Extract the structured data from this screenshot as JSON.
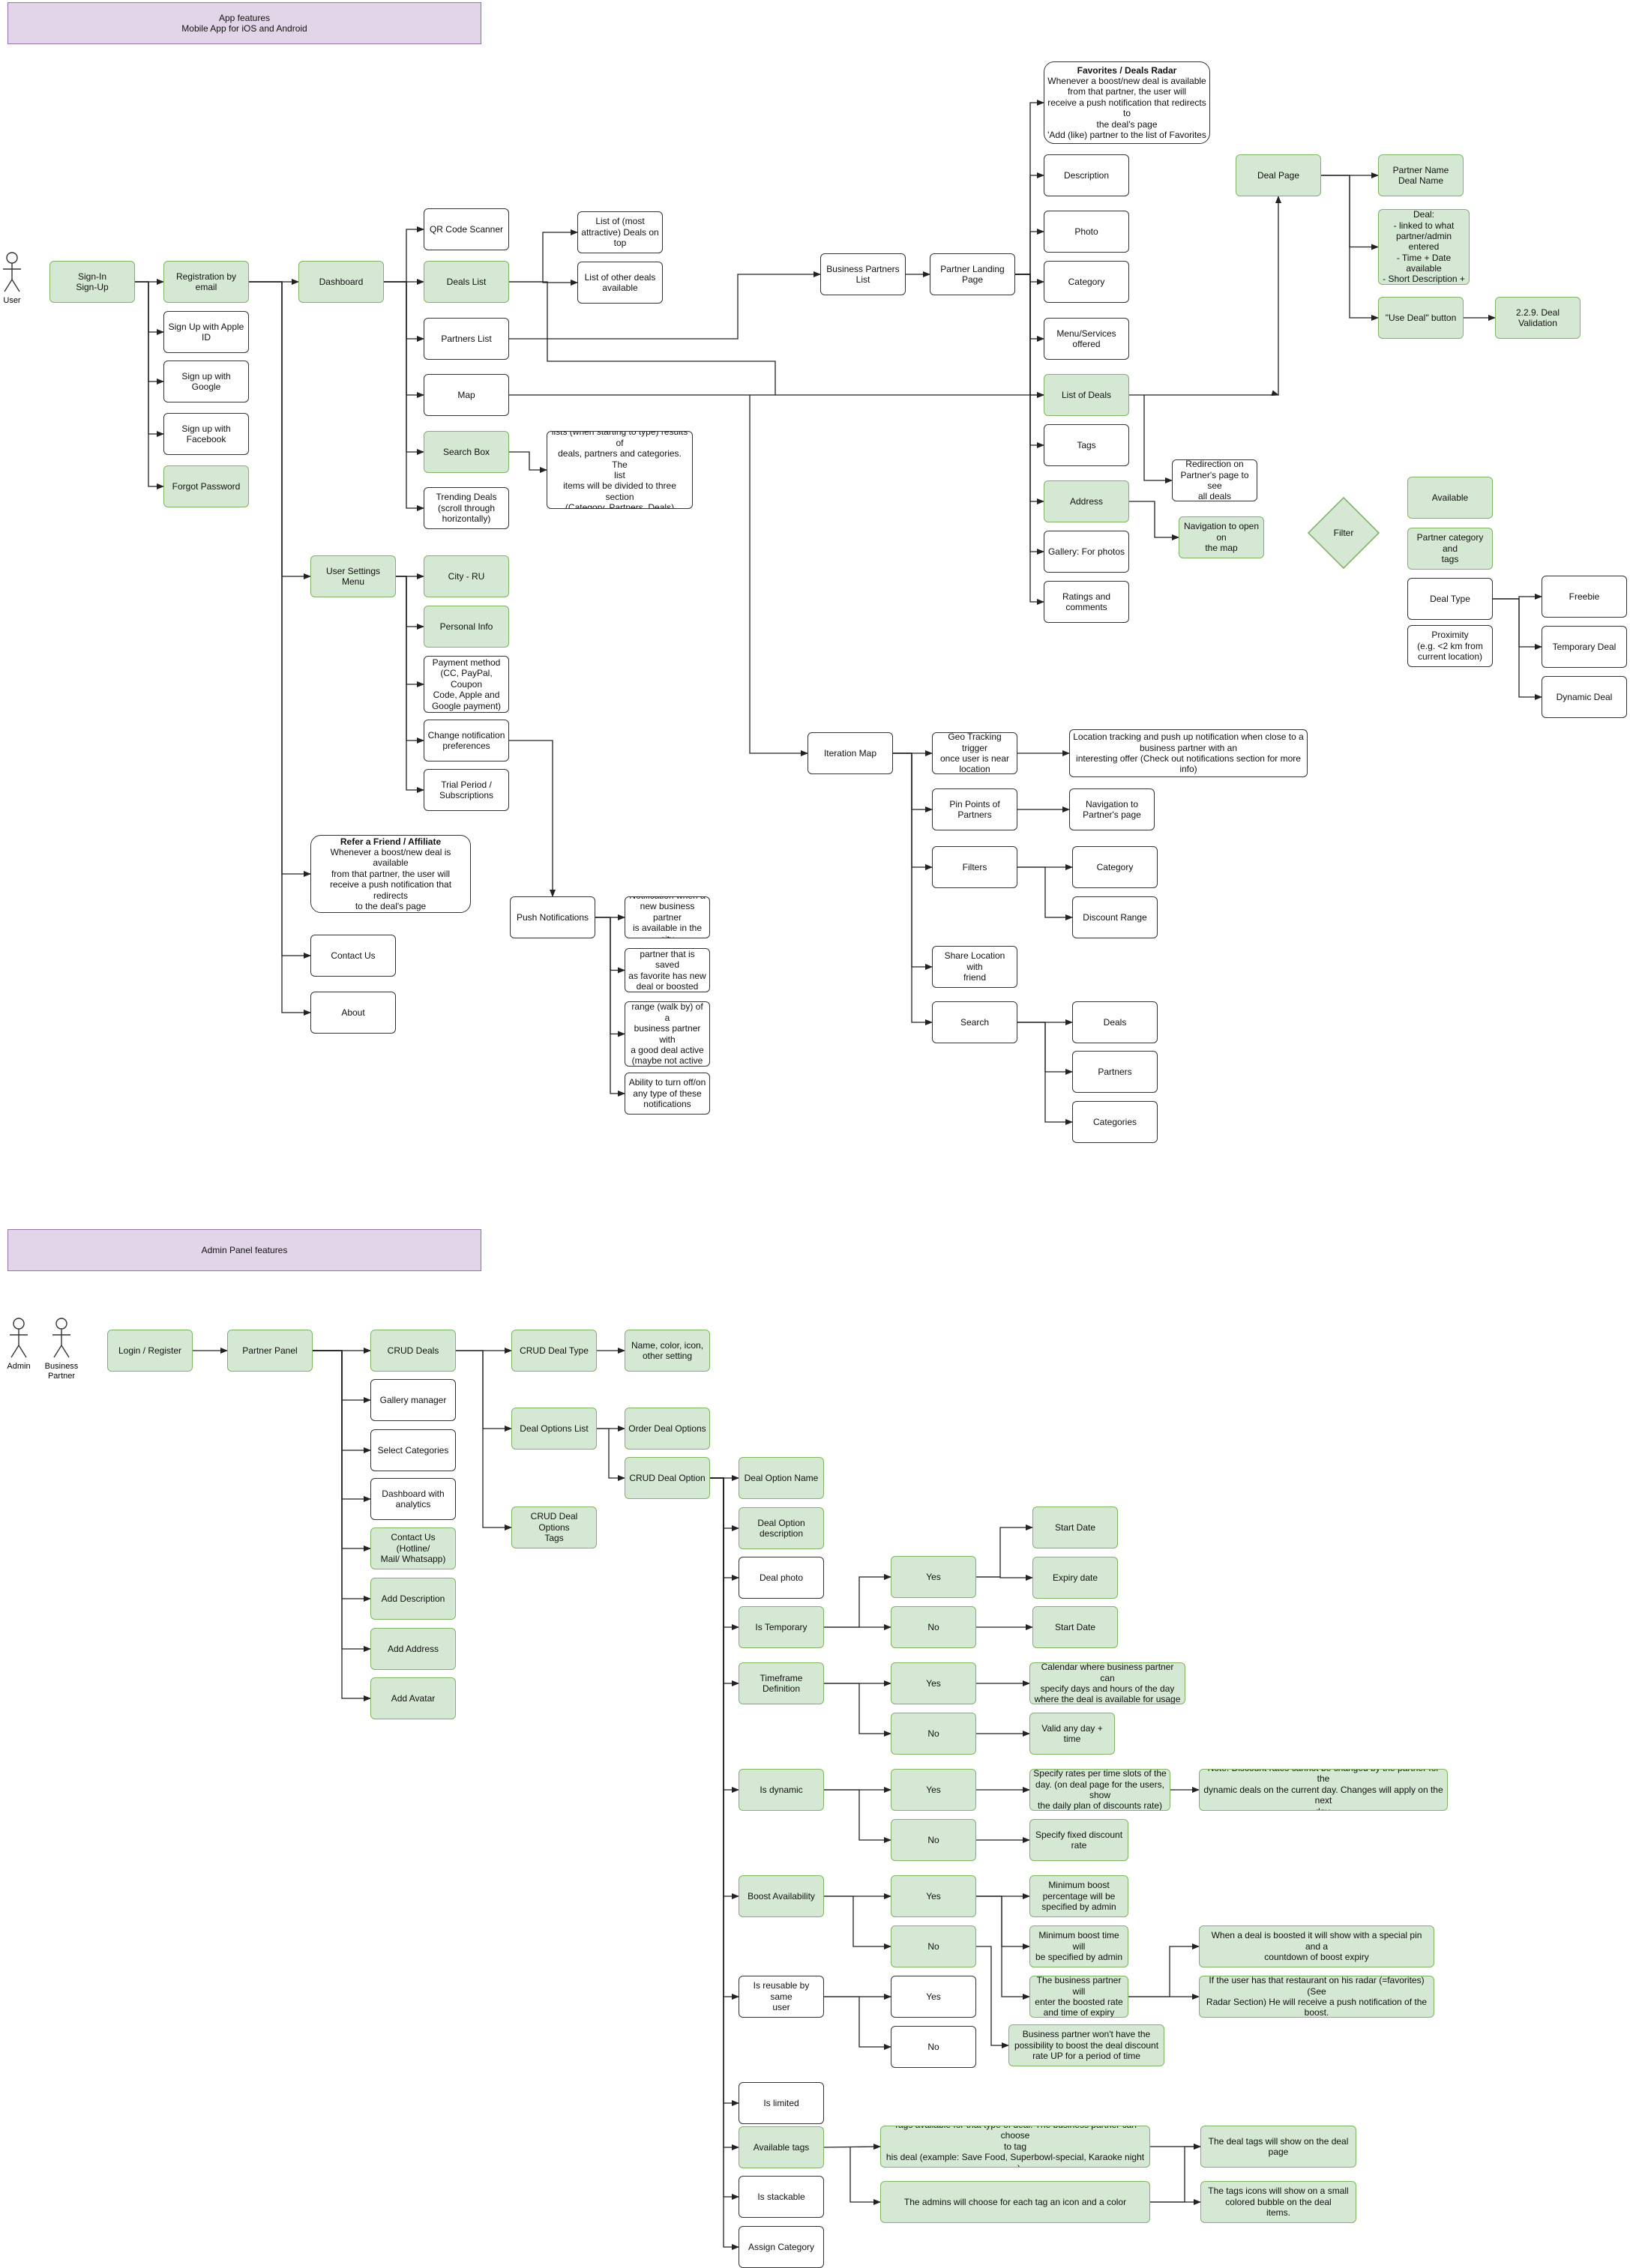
{
  "headers": {
    "app": "App features\nMobile App for iOS and Android",
    "admin": "Admin Panel features"
  },
  "actors": {
    "user": "User",
    "admin": "Admin",
    "business_partner": "Business\nPartner"
  },
  "app": {
    "signin": "Sign-In\nSign-Up",
    "reg_email": "Registration by email",
    "apple": "Sign Up with Apple ID",
    "google": "Sign up with Google",
    "facebook": "Sign up with\nFacebook",
    "forgot": "Forgot Password",
    "dashboard": "Dashboard",
    "qr": "QR Code Scanner",
    "deals_list": "Deals List",
    "partners_list": "Partners List",
    "map": "Map",
    "search_box": "Search Box",
    "trending": "Trending Deals\n(scroll through\nhorizontally)",
    "most_attractive": "List of (most\nattractive) Deals on\ntop",
    "other_deals": "List of other deals\navailable",
    "search_results": "lists (when starting to type) results of\ndeals, partners and categories. The\nlist\nitems will be divided to three section\n(Category, Partners, Deals)",
    "business_partners_list": "Business Partners\nList",
    "partner_landing": "Partner Landing Page",
    "favorites_title": "Favorites / Deals Radar",
    "favorites_body": "Whenever a boost/new deal is available\nfrom that partner, the user will\nreceive a push notification that redirects to\nthe deal's page\n'Add (like) partner to the list of Favorites",
    "description": "Description",
    "photo": "Photo",
    "category": "Category",
    "menu_services": "Menu/Services\noffered",
    "list_of_deals": "List of Deals",
    "tags": "Tags",
    "address": "Address",
    "gallery": "Gallery: For photos",
    "ratings": "Ratings and\ncomments",
    "redirection": "Redirection on\nPartner's page to see\nall deals",
    "nav_map": "Navigation to open on\nthe map",
    "deal_page": "Deal Page",
    "partner_name": "Partner Name\nDeal Name",
    "specifications": "Specifications of Deal:\n- linked to what\npartner/admin entered\n- Time + Date available\n- Short Description +\nConditions",
    "use_deal": "\"Use Deal\" button",
    "deal_validation": "2.2.9. Deal Validation",
    "filter": "Filter",
    "available": "Available",
    "partner_category_tags": "Partner category and\ntags",
    "deal_type": "Deal Type",
    "proximity": "Proximity\n(e.g. <2 km from\ncurrent location)",
    "freebie": "Freebie",
    "temporary_deal": "Temporary Deal",
    "dynamic_deal": "Dynamic Deal",
    "user_settings": "User Settings Menu",
    "city": "City - RU",
    "personal_info": "Personal Info",
    "payment": "Payment method\n(CC, PayPal, Coupon\nCode, Apple and\nGoogle payment)",
    "change_notif": "Change notification\npreferences",
    "trial": "Trial Period /\nSubscriptions",
    "refer_title": "Refer a Friend / Affiliate",
    "refer_body": "Whenever a boost/new deal is available\nfrom that partner, the user will\nreceive a push notification that redirects\nto the deal's page",
    "contact": "Contact Us",
    "about": "About",
    "push": "Push Notifications",
    "notif1": "Notification when a\nnew business partner\nis available in the city",
    "notif2": "Notification when\npartner that is saved\nas favorite has new\ndeal or boosted deal",
    "notif3": "Notification when in a\nrange (walk by) of a\nbusiness partner with\na good deal active\n(maybe not active at\nall times)",
    "notif4": "Ability to turn off/on\nany type of these\nnotifications",
    "iteration_map": "Iteration Map",
    "geo": "Geo Tracking trigger\nonce user is near\nlocation",
    "location_tracking": "Location tracking and push up notification when close to a\nbusiness partner with an\ninteresting offer (Check out notifications section for more info)",
    "pin_points": "Pin Points of Partners",
    "nav_partner": "Navigation to\nPartner's page",
    "filters": "Filters",
    "filter_category": "Category",
    "discount_range": "Discount Range",
    "share_location": "Share Location with\nfriend",
    "search": "Search",
    "s_deals": "Deals",
    "s_partners": "Partners",
    "s_categories": "Categories"
  },
  "admin": {
    "login": "Login / Register",
    "partner_panel": "Partner Panel",
    "crud_deals": "CRUD Deals",
    "gallery_manager": "Gallery manager",
    "select_categories": "Select Categories",
    "dash_analytics": "Dashboard with\nanalytics",
    "contact_hotline": "Contact Us (Hotline/\nMail/ Whatsapp)",
    "add_description": "Add Description",
    "add_address": "Add Address",
    "add_avatar": "Add Avatar",
    "crud_deal_type": "CRUD Deal Type",
    "name_color": "Name, color, icon,\nother setting",
    "deal_options_list": "Deal Options List",
    "order_deal_options": "Order Deal Options",
    "crud_deal_option": "CRUD Deal Option",
    "crud_deal_options_tags": "CRUD Deal Options\nTags",
    "deal_option_name": "Deal Option Name",
    "deal_option_desc": "Deal Option\ndescription",
    "deal_photo": "Deal photo",
    "is_temporary": "Is Temporary",
    "timeframe": "Timeframe Definition",
    "is_dynamic": "Is dynamic",
    "boost_availability": "Boost Availability",
    "is_reusable": "Is reusable by same\nuser",
    "is_limited": "Is limited",
    "available_tags": "Available tags",
    "is_stackable": "Is stackable",
    "assign_category": "Assign Category",
    "yes": "Yes",
    "no": "No",
    "start_date": "Start Date",
    "expiry_date": "Expiry date",
    "calendar": "Calendar where business partner can\nspecify days and hours of the day\nwhere the deal is available for usage",
    "valid_any": "Valid any day + time",
    "specify_rates": "Specify rates per time slots of the\nday. (on deal page for the users,\nshow\nthe daily plan of discounts rate)",
    "note_discount": "Note: Discount rates cannot be changed by the partner for the\ndynamic deals on the current day. Changes will apply on the next\nday.",
    "specify_fixed": "Specify fixed discount\nrate",
    "min_boost_pct": "Minimum boost\npercentage will be\nspecified by admin",
    "min_boost_time": "Minimum boost time will\nbe specified by admin",
    "partner_enter": "The business partner will\nenter the boosted rate\nand time of expiry",
    "boost_special": "When a deal is boosted it will show with a special pin and a\ncountdown of boost expiry",
    "radar_push": "If the user has that restaurant on his radar (=favorites) (See\nRadar Section) He will receive a push notification of the\nboost.",
    "no_boost": "Business partner won't have the\npossibility to boost the deal discount\nrate UP for a period of time",
    "tags_available": "Tags available for that type of deal: The business partner can choose\nto tag\nhis deal (example: Save Food, Superbowl-special, Karaoke night ...)",
    "admins_choose": "The admins will choose for each tag an icon and a color",
    "tags_show": "The deal tags will show on the deal page",
    "tags_icons": "The tags icons will show on a small\ncolored bubble on the deal\nitems."
  },
  "colors": {
    "green_fill": "#d5e8d4",
    "green_stroke": "#82b366",
    "purple_fill": "#e1d5e7",
    "purple_stroke": "#9673a6",
    "line": "#222222"
  }
}
